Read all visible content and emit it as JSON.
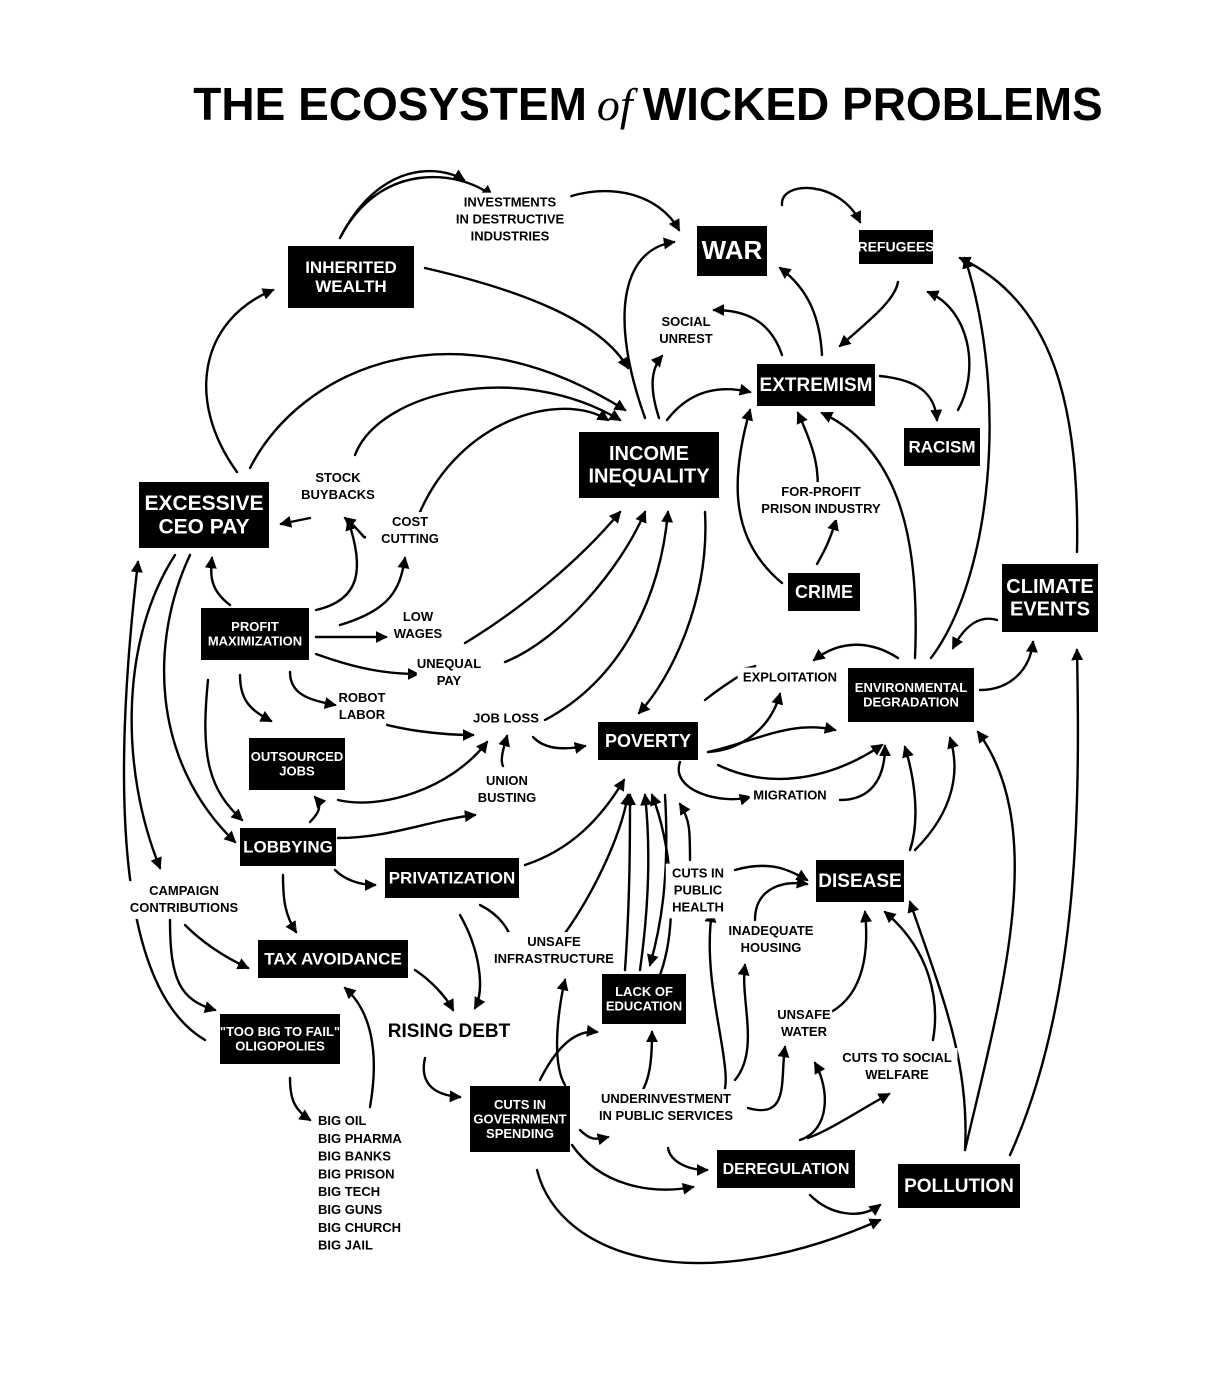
{
  "title": {
    "part1": "THE ECOSYSTEM",
    "connector": "of",
    "part2": "WICKED PROBLEMS"
  },
  "nodes": {
    "war": {
      "lines": [
        "WAR"
      ]
    },
    "refugees": {
      "lines": [
        "REFUGEES"
      ]
    },
    "inherited_wealth": {
      "lines": [
        "INHERITED",
        "WEALTH"
      ]
    },
    "extremism": {
      "lines": [
        "EXTREMISM"
      ]
    },
    "racism": {
      "lines": [
        "RACISM"
      ]
    },
    "income_inequality": {
      "lines": [
        "INCOME",
        "INEQUALITY"
      ]
    },
    "excessive_ceo_pay": {
      "lines": [
        "EXCESSIVE",
        "CEO PAY"
      ]
    },
    "crime": {
      "lines": [
        "CRIME"
      ]
    },
    "climate_events": {
      "lines": [
        "CLIMATE",
        "EVENTS"
      ]
    },
    "profit_maximization": {
      "lines": [
        "PROFIT",
        "MAXIMIZATION"
      ]
    },
    "environmental_degradation": {
      "lines": [
        "ENVIRONMENTAL",
        "DEGRADATION"
      ]
    },
    "poverty": {
      "lines": [
        "POVERTY"
      ]
    },
    "outsourced_jobs": {
      "lines": [
        "OUTSOURCED",
        "JOBS"
      ]
    },
    "lobbying": {
      "lines": [
        "LOBBYING"
      ]
    },
    "privatization": {
      "lines": [
        "PRIVATIZATION"
      ]
    },
    "disease": {
      "lines": [
        "DISEASE"
      ]
    },
    "tax_avoidance": {
      "lines": [
        "TAX  AVOIDANCE"
      ]
    },
    "lack_of_education": {
      "lines": [
        "LACK OF",
        "EDUCATION"
      ]
    },
    "too_big_to_fail": {
      "lines": [
        "\"TOO BIG TO FAIL\"",
        "OLIGOPOLIES"
      ]
    },
    "cuts_in_government_spending": {
      "lines": [
        "CUTS IN",
        "GOVERNMENT",
        "SPENDING"
      ]
    },
    "deregulation": {
      "lines": [
        "DEREGULATION"
      ]
    },
    "pollution": {
      "lines": [
        "POLLUTION"
      ]
    }
  },
  "labels": {
    "investments": {
      "lines": [
        "INVESTMENTS",
        "IN DESTRUCTIVE",
        "INDUSTRIES"
      ]
    },
    "social_unrest": {
      "lines": [
        "SOCIAL",
        "UNREST"
      ]
    },
    "stock_buybacks": {
      "lines": [
        "STOCK",
        "BUYBACKS"
      ]
    },
    "cost_cutting": {
      "lines": [
        "COST",
        "CUTTING"
      ]
    },
    "for_profit_prison": {
      "lines": [
        "FOR-PROFIT",
        "PRISON INDUSTRY"
      ]
    },
    "low_wages": {
      "lines": [
        "LOW",
        "WAGES"
      ]
    },
    "unequal_pay": {
      "lines": [
        "UNEQUAL",
        "PAY"
      ]
    },
    "exploitation": {
      "lines": [
        "EXPLOITATION"
      ]
    },
    "robot_labor": {
      "lines": [
        "ROBOT",
        "LABOR"
      ]
    },
    "job_loss": {
      "lines": [
        "JOB LOSS"
      ]
    },
    "union_busting": {
      "lines": [
        "UNION",
        "BUSTING"
      ]
    },
    "migration": {
      "lines": [
        "MIGRATION"
      ]
    },
    "campaign_contributions": {
      "lines": [
        "CAMPAIGN",
        "CONTRIBUTIONS"
      ]
    },
    "cuts_in_public_health": {
      "lines": [
        "CUTS IN",
        "PUBLIC",
        "HEALTH"
      ]
    },
    "inadequate_housing": {
      "lines": [
        "INADEQUATE",
        "HOUSING"
      ]
    },
    "unsafe_infrastructure": {
      "lines": [
        "UNSAFE",
        "INFRASTRUCTURE"
      ]
    },
    "rising_debt": {
      "lines": [
        "RISING DEBT"
      ]
    },
    "unsafe_water": {
      "lines": [
        "UNSAFE",
        "WATER"
      ]
    },
    "cuts_to_social_welfare": {
      "lines": [
        "CUTS TO SOCIAL",
        "WELFARE"
      ]
    },
    "underinvestment": {
      "lines": [
        "UNDERINVESTMENT",
        "IN PUBLIC SERVICES"
      ]
    }
  },
  "industries": [
    "BIG OIL",
    "BIG PHARMA",
    "BIG BANKS",
    "BIG PRISON",
    "BIG TECH",
    "BIG GUNS",
    "BIG CHURCH",
    "BIG JAIL"
  ],
  "colors": {
    "ink": "#000000",
    "paper": "#ffffff",
    "box_text": "#ffffff"
  }
}
